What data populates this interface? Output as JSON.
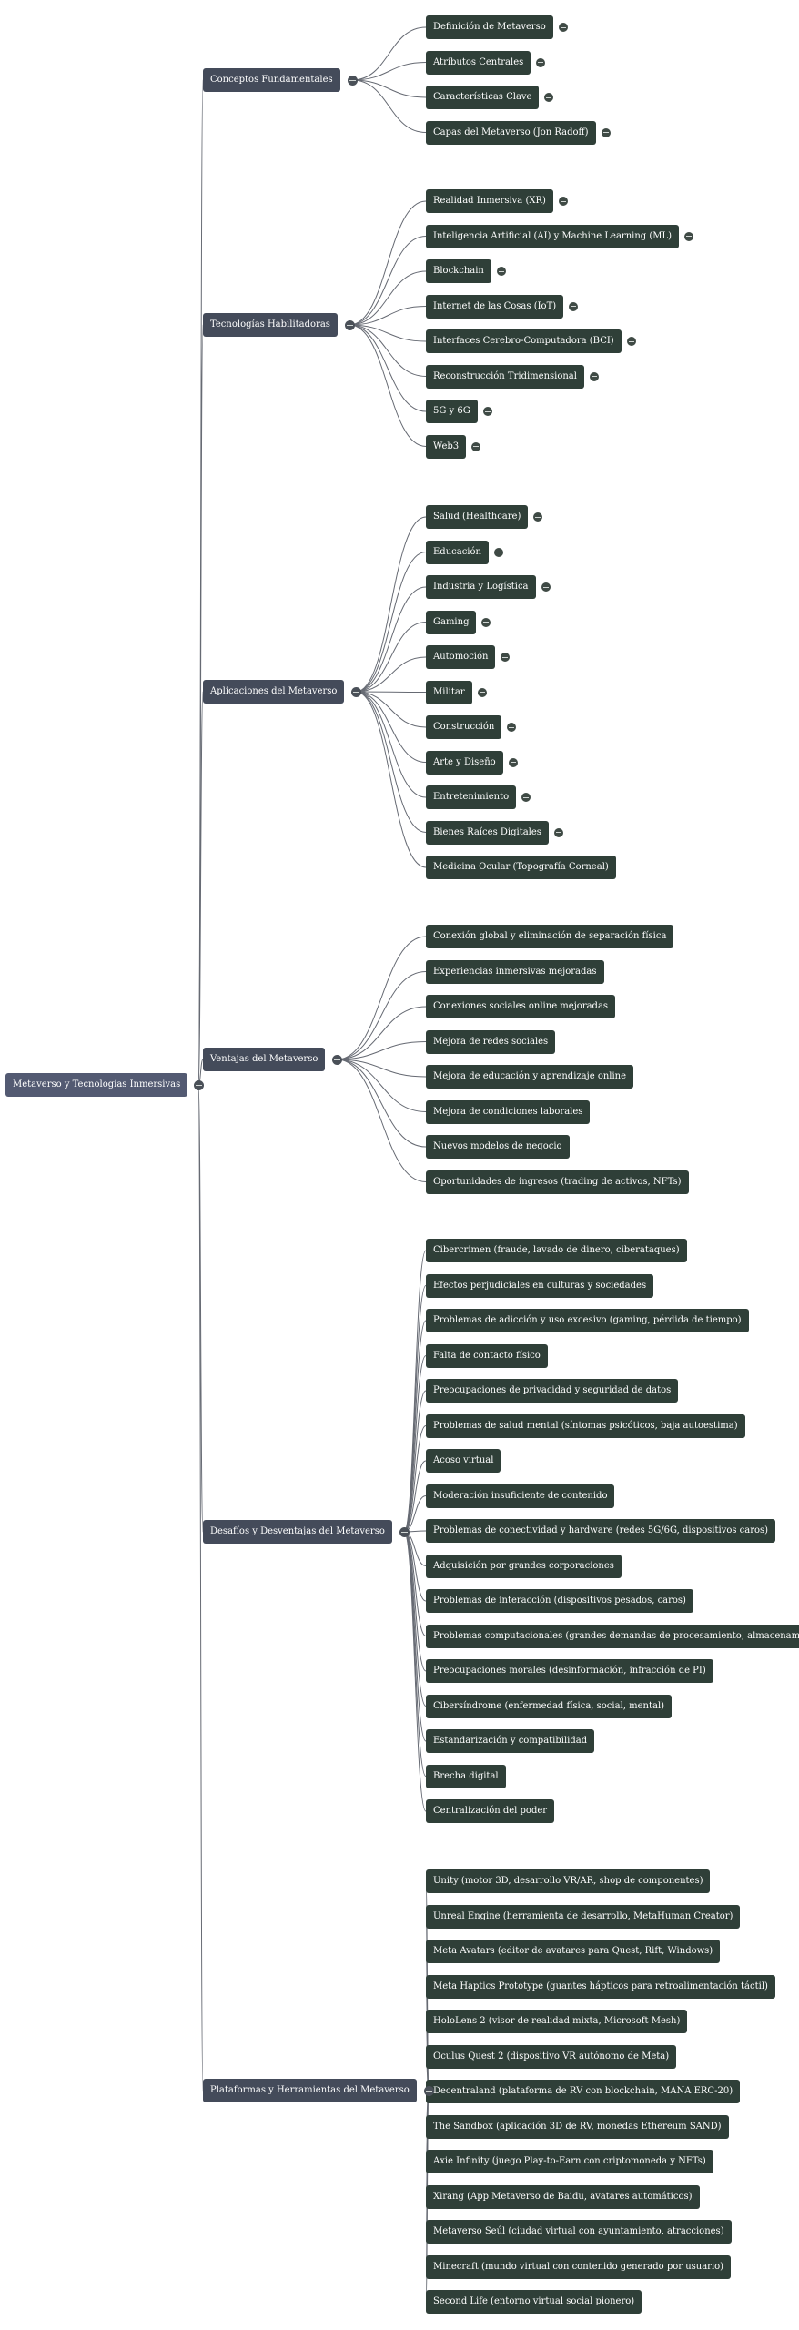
{
  "root": "Metaverso y Tecnologías Inmersivas",
  "branches": [
    {
      "label": "Conceptos Fundamentales",
      "children": [
        {
          "label": "Definición de Metaverso",
          "collapsed": true
        },
        {
          "label": "Atributos Centrales",
          "collapsed": true
        },
        {
          "label": "Características Clave",
          "collapsed": true
        },
        {
          "label": "Capas del Metaverso (Jon Radoff)",
          "collapsed": true
        }
      ]
    },
    {
      "label": "Tecnologías Habilitadoras",
      "children": [
        {
          "label": "Realidad Inmersiva (XR)",
          "collapsed": true
        },
        {
          "label": "Inteligencia Artificial (AI) y Machine Learning (ML)",
          "collapsed": true
        },
        {
          "label": "Blockchain",
          "collapsed": true
        },
        {
          "label": "Internet de las Cosas (IoT)",
          "collapsed": true
        },
        {
          "label": "Interfaces Cerebro-Computadora (BCI)",
          "collapsed": true
        },
        {
          "label": "Reconstrucción Tridimensional",
          "collapsed": true
        },
        {
          "label": "5G y 6G",
          "collapsed": true
        },
        {
          "label": "Web3",
          "collapsed": true
        }
      ]
    },
    {
      "label": "Aplicaciones del Metaverso",
      "children": [
        {
          "label": "Salud (Healthcare)",
          "collapsed": true
        },
        {
          "label": "Educación",
          "collapsed": true
        },
        {
          "label": "Industria y Logística",
          "collapsed": true
        },
        {
          "label": "Gaming",
          "collapsed": true
        },
        {
          "label": "Automoción",
          "collapsed": true
        },
        {
          "label": "Militar",
          "collapsed": true
        },
        {
          "label": "Construcción",
          "collapsed": true
        },
        {
          "label": "Arte y Diseño",
          "collapsed": true
        },
        {
          "label": "Entretenimiento",
          "collapsed": true
        },
        {
          "label": "Bienes Raíces Digitales",
          "collapsed": true
        },
        {
          "label": "Medicina Ocular (Topografía Corneal)",
          "collapsed": false
        }
      ]
    },
    {
      "label": "Ventajas del Metaverso",
      "children": [
        {
          "label": "Conexión global y eliminación de separación física"
        },
        {
          "label": "Experiencias inmersivas mejoradas"
        },
        {
          "label": "Conexiones sociales online mejoradas"
        },
        {
          "label": "Mejora de redes sociales"
        },
        {
          "label": "Mejora de educación y aprendizaje online"
        },
        {
          "label": "Mejora de condiciones laborales"
        },
        {
          "label": "Nuevos modelos de negocio"
        },
        {
          "label": "Oportunidades de ingresos (trading de activos, NFTs)"
        }
      ]
    },
    {
      "label": "Desafíos y Desventajas del Metaverso",
      "children": [
        {
          "label": "Cibercrimen (fraude, lavado de dinero, ciberataques)"
        },
        {
          "label": "Efectos perjudiciales en culturas y sociedades"
        },
        {
          "label": "Problemas de adicción y uso excesivo (gaming, pérdida de tiempo)"
        },
        {
          "label": "Falta de contacto físico"
        },
        {
          "label": "Preocupaciones de privacidad y seguridad de datos"
        },
        {
          "label": "Problemas de salud mental (síntomas psicóticos, baja autoestima)"
        },
        {
          "label": "Acoso virtual"
        },
        {
          "label": "Moderación insuficiente de contenido"
        },
        {
          "label": "Problemas de conectividad y hardware (redes 5G/6G, dispositivos caros)"
        },
        {
          "label": "Adquisición por grandes corporaciones"
        },
        {
          "label": "Problemas de interacción (dispositivos pesados, caros)"
        },
        {
          "label": "Problemas computacionales (grandes demandas de procesamiento, almacenamiento)"
        },
        {
          "label": "Preocupaciones morales (desinformación, infracción de PI)"
        },
        {
          "label": "Cibersíndrome (enfermedad física, social, mental)"
        },
        {
          "label": "Estandarización y compatibilidad"
        },
        {
          "label": "Brecha digital"
        },
        {
          "label": "Centralización del poder"
        }
      ]
    },
    {
      "label": "Plataformas y Herramientas del Metaverso",
      "children": [
        {
          "label": "Unity (motor 3D, desarrollo VR/AR, shop de componentes)"
        },
        {
          "label": "Unreal Engine (herramienta de desarrollo, MetaHuman Creator)"
        },
        {
          "label": "Meta Avatars (editor de avatares para Quest, Rift, Windows)"
        },
        {
          "label": "Meta Haptics Prototype (guantes hápticos para retroalimentación táctil)"
        },
        {
          "label": "HoloLens 2 (visor de realidad mixta, Microsoft Mesh)"
        },
        {
          "label": "Oculus Quest 2 (dispositivo VR autónomo de Meta)"
        },
        {
          "label": "Decentraland (plataforma de RV con blockchain, MANA ERC-20)"
        },
        {
          "label": "The Sandbox (aplicación 3D de RV, monedas Ethereum SAND)"
        },
        {
          "label": "Axie Infinity (juego Play-to-Earn con criptomoneda y NFTs)"
        },
        {
          "label": "Xirang (App Metaverso de Baidu, avatares automáticos)"
        },
        {
          "label": "Metaverso Seúl (ciudad virtual con ayuntamiento, atracciones)"
        },
        {
          "label": "Minecraft (mundo virtual con contenido generado por usuario)"
        },
        {
          "label": "Second Life (entorno virtual social pionero)"
        }
      ]
    }
  ]
}
